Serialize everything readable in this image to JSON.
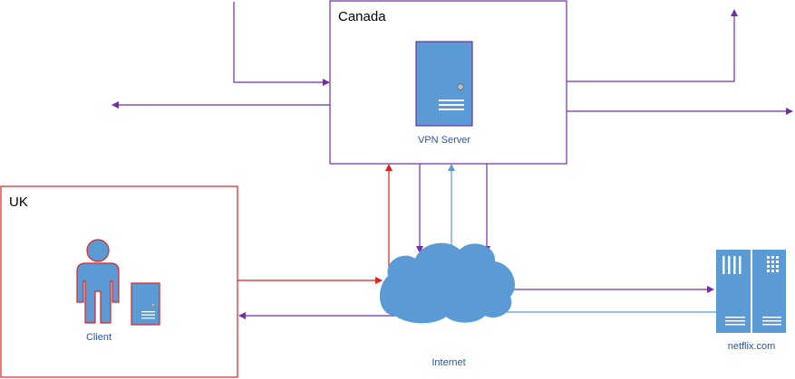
{
  "regions": {
    "canada": {
      "title": "Canada",
      "color": "#7030a0"
    },
    "uk": {
      "title": "UK",
      "color": "#e02020"
    }
  },
  "nodes": {
    "vpn_server": {
      "label": "VPN Server",
      "icon": "server-icon"
    },
    "client": {
      "label": "Client",
      "icon": "person-icon"
    },
    "client_device": {
      "icon": "device-icon"
    },
    "internet": {
      "label": "Internet",
      "icon": "cloud-icon"
    },
    "netflix": {
      "label": "netflix.com",
      "icon": "server-rack-icon"
    }
  },
  "colors": {
    "purple": "#7030a0",
    "red": "#e02020",
    "blue_line": "#5b9bd5",
    "icon_fill": "#5b9bd5",
    "label_text": "#2f5597"
  }
}
